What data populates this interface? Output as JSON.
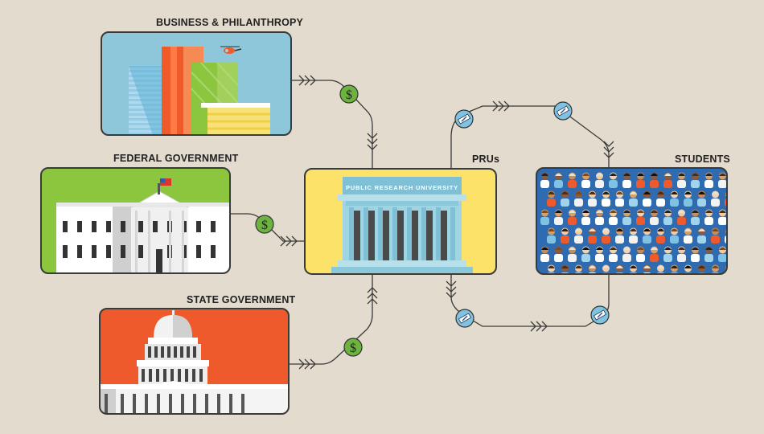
{
  "nodes": {
    "business": {
      "label": "BUSINESS & PHILANTHROPY"
    },
    "federal": {
      "label": "FEDERAL GOVERNMENT"
    },
    "state": {
      "label": "STATE GOVERNMENT"
    },
    "prus": {
      "label": "PRUs",
      "sign": "PUBLIC RESEARCH UNIVERSITY"
    },
    "students": {
      "label": "STUDENTS"
    }
  },
  "colors": {
    "background": "#e3dbcd",
    "business_bg": "#8dc7d9",
    "federal_bg": "#8cc63f",
    "state_bg": "#ee5a2c",
    "prus_bg": "#fde26a",
    "students_bg": "#2f6bb0",
    "dollar": "#6cb33f"
  },
  "icons": {
    "money": "dollar-coin-icon",
    "diploma": "diploma-icon"
  }
}
